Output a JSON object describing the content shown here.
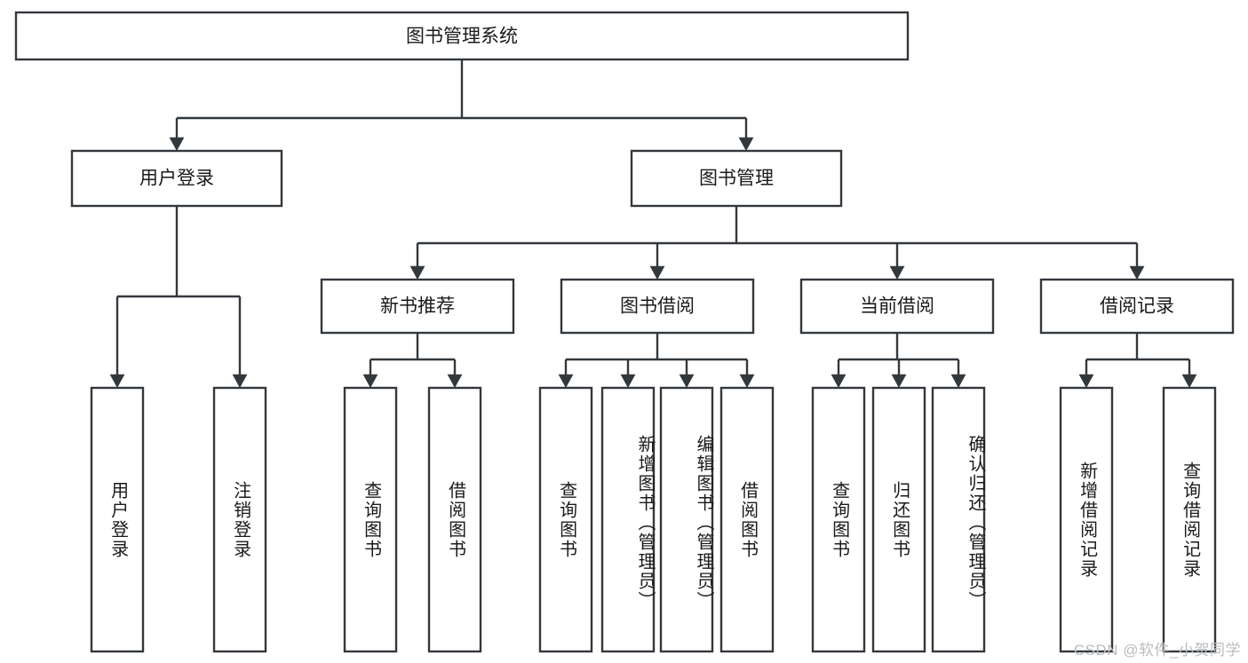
{
  "diagram": {
    "type": "tree",
    "title": "图书管理系统",
    "watermark": "CSDN @软件_小贺同学",
    "colors": {
      "box_stroke": "#33383d",
      "box_fill": "#ffffff",
      "text": "#1a1a1a",
      "connector": "#33383d",
      "watermark": "#b9bcc0",
      "background": "#ffffff"
    },
    "nodes": {
      "root": {
        "label": "图书管理系统"
      },
      "level2": [
        {
          "id": "user-login",
          "label": "用户登录"
        },
        {
          "id": "book-management",
          "label": "图书管理"
        }
      ],
      "level3": [
        {
          "id": "new-book-recommend",
          "label": "新书推荐"
        },
        {
          "id": "book-borrow",
          "label": "图书借阅"
        },
        {
          "id": "current-borrow",
          "label": "当前借阅"
        },
        {
          "id": "borrow-record",
          "label": "借阅记录"
        }
      ],
      "leaves": {
        "user-login": [
          {
            "id": "leaf-user-login",
            "label": "用户登录"
          },
          {
            "id": "leaf-logout",
            "label": "注销登录"
          }
        ],
        "new-book-recommend": [
          {
            "id": "leaf-query-book-1",
            "label": "查询图书"
          },
          {
            "id": "leaf-borrow-book-1",
            "label": "借阅图书"
          }
        ],
        "book-borrow": [
          {
            "id": "leaf-query-book-2",
            "label": "查询图书"
          },
          {
            "id": "leaf-add-book",
            "label": "新增图书（管理员）"
          },
          {
            "id": "leaf-edit-book",
            "label": "编辑图书（管理员）"
          },
          {
            "id": "leaf-borrow-book-2",
            "label": "借阅图书"
          }
        ],
        "current-borrow": [
          {
            "id": "leaf-query-book-3",
            "label": "查询图书"
          },
          {
            "id": "leaf-return-book",
            "label": "归还图书"
          },
          {
            "id": "leaf-confirm-return",
            "label": "确认归还（管理员）"
          }
        ],
        "borrow-record": [
          {
            "id": "leaf-add-record",
            "label": "新增借阅记录"
          },
          {
            "id": "leaf-query-record",
            "label": "查询借阅记录"
          }
        ]
      }
    }
  }
}
